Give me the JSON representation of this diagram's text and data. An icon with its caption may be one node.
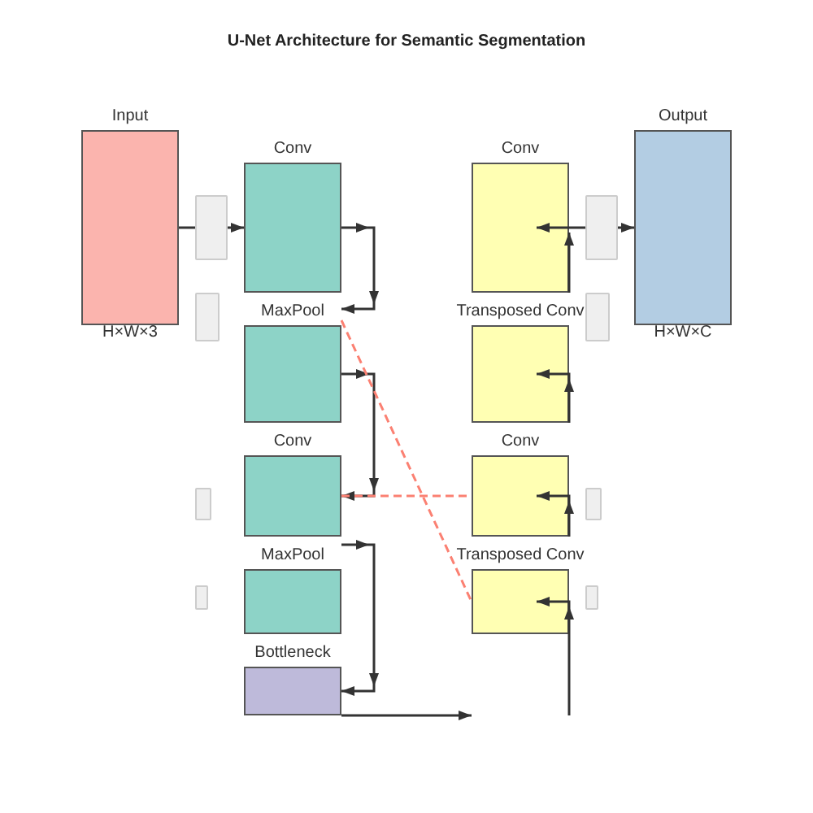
{
  "diagram": {
    "title": "U-Net Architecture for Semantic Segmentation",
    "nodes": [
      {
        "text": [
          "Input"
        ],
        "beside": [
          "H×W×3"
        ]
      },
      {
        "text": [
          "Conv"
        ]
      },
      {
        "text": [
          "MaxPool"
        ]
      },
      {
        "text": [
          "Conv"
        ]
      },
      {
        "text": [
          "MaxPool"
        ]
      },
      {
        "text": [
          "Bottleneck"
        ]
      },
      {
        "text": [
          "Conv"
        ]
      },
      {
        "text": [
          "Transposed Conv"
        ]
      },
      {
        "text": [
          "Conv"
        ]
      },
      {
        "text": [
          "Transposed Conv"
        ]
      },
      {
        "text": [
          "Output"
        ],
        "beside": [
          "H×W×C"
        ]
      },
      {
        "text": [],
        "shape": "box"
      },
      {
        "text": [],
        "shape": "box"
      },
      {
        "text": [],
        "shape": "box"
      },
      {
        "text": [],
        "shape": "box"
      },
      {
        "text": [],
        "shape": "box"
      },
      {
        "text": [],
        "shape": "box"
      },
      {
        "text": [],
        "shape": "box"
      },
      {
        "text": [],
        "shape": "box"
      }
    ],
    "edges": [
      {
        "from": 0,
        "to": 11,
        "arrow": "none"
      },
      {
        "from": 11,
        "to": 1,
        "arrow": "to"
      },
      {
        "from": 1,
        "to": 2,
        "arrow": "to"
      },
      {
        "from": 2,
        "to": 3,
        "arrow": "to"
      },
      {
        "from": 3,
        "to": 5,
        "arrow": "to"
      },
      {
        "from": 5,
        "to": null,
        "arrow": "to"
      },
      {
        "from": null,
        "to": 9,
        "arrow": "to"
      },
      {
        "from": null,
        "to": 8,
        "arrow": "to"
      },
      {
        "from": null,
        "to": 7,
        "arrow": "to"
      },
      {
        "from": null,
        "to": 6,
        "arrow": "to"
      },
      {
        "from": 15,
        "to": 6,
        "arrow": "to"
      },
      {
        "from": 15,
        "to": 10,
        "arrow": "to"
      },
      {
        "from": 3,
        "to": 8,
        "arrow": "none",
        "style": "dashed",
        "color": "#fb8072"
      },
      {
        "from": 2,
        "to": 9,
        "arrow": "none",
        "style": "dashed",
        "color": "#fb8072"
      }
    ]
  }
}
